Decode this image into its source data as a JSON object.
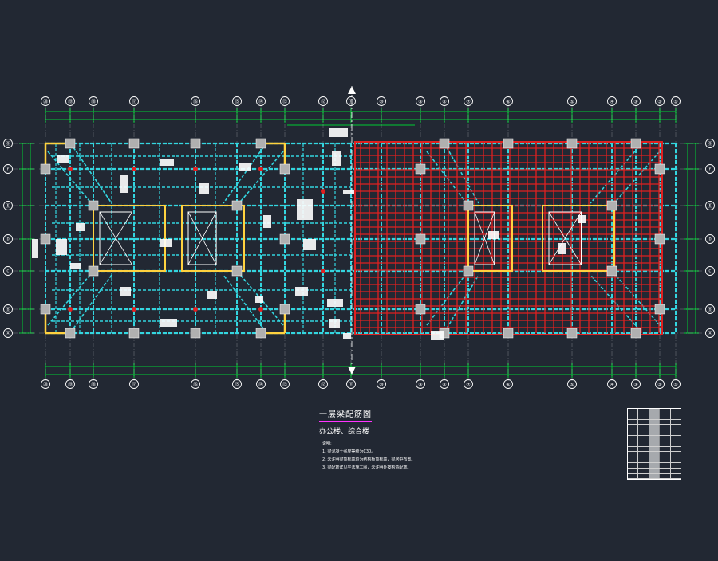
{
  "drawing": {
    "title": "一层梁配筋图",
    "subtitle": "办公楼、综合楼",
    "notes_heading": "说明:",
    "notes": [
      "1. 梁混凝土强度等级为C30。",
      "2. 未注明梁顶标高均为结构板顶标高，梁居中布置。",
      "3. 梁配筋详见平法施工图，未注明处按构造配筋。"
    ]
  },
  "grid": {
    "top_labels": [
      "⑳",
      "⑲",
      "⑱",
      "⑰",
      "⑯",
      "⑮",
      "⑭",
      "⑬",
      "⑫",
      "⑪",
      "⑩",
      "⑨",
      "⑧",
      "⑦",
      "⑥",
      "⑤",
      "④",
      "③",
      "②",
      "①"
    ],
    "bottom_labels": [
      "⑳",
      "⑲",
      "⑱",
      "⑰",
      "⑯",
      "⑮",
      "⑭",
      "⑬",
      "⑫",
      "⑪",
      "⑩",
      "⑨",
      "⑧",
      "⑦",
      "⑥",
      "⑤",
      "④",
      "③",
      "②",
      "①"
    ],
    "left_labels": [
      "Ⓖ",
      "Ⓕ",
      "Ⓔ",
      "Ⓓ",
      "Ⓒ",
      "Ⓑ",
      "Ⓐ"
    ],
    "right_labels": [
      "Ⓖ",
      "Ⓕ",
      "Ⓔ",
      "Ⓓ",
      "Ⓒ",
      "Ⓑ",
      "Ⓐ"
    ]
  },
  "colors": {
    "background": "#222833",
    "grid_line": "#ffffff",
    "dimension": "#00cc33",
    "beam": "#33d6e0",
    "reinforcement": "#e02020",
    "core_wall": "#ffd23f",
    "column": "#b0b0b0",
    "annotation": "#ffffff"
  },
  "icons": {
    "north_axis": "double-arrow-icon"
  }
}
